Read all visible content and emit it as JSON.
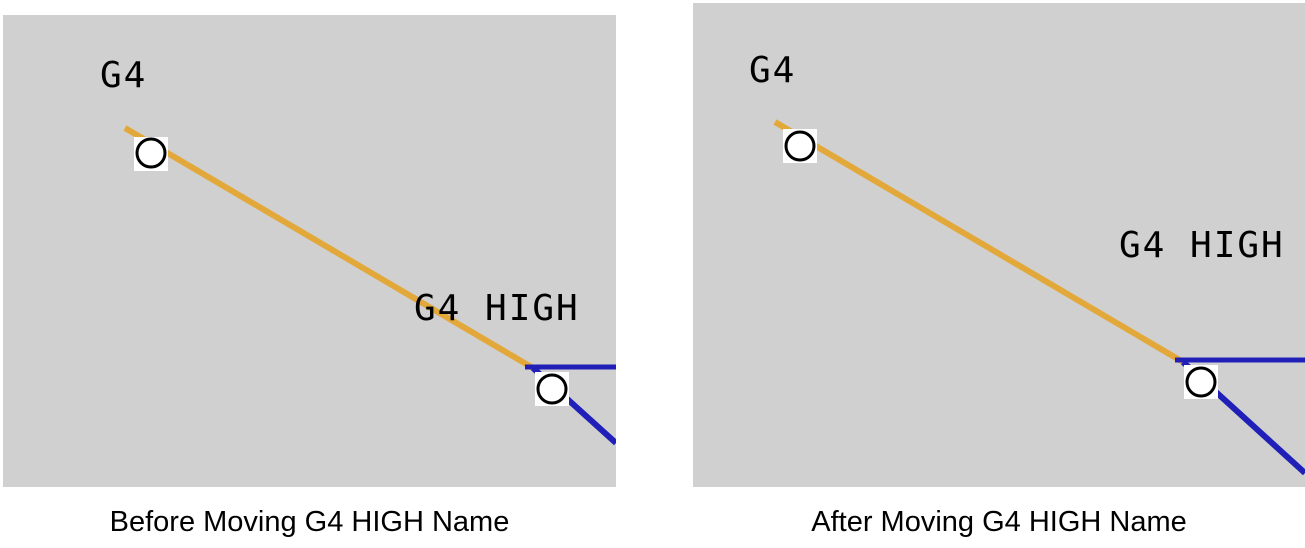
{
  "panels": [
    {
      "id": "before",
      "caption": "Before Moving G4 HIGH Name",
      "labels": {
        "bus_a": "G4",
        "bus_b": "G4 HIGH"
      }
    },
    {
      "id": "after",
      "caption": "After Moving G4 HIGH Name",
      "labels": {
        "bus_a": "G4",
        "bus_b": "G4 HIGH"
      }
    }
  ],
  "colors": {
    "background": "#d0d0d0",
    "line_g4_to_g4high": "#e3a83a",
    "line_g4high_out": "#2020b8",
    "node_fill": "#ffffff",
    "node_stroke": "#000000"
  }
}
